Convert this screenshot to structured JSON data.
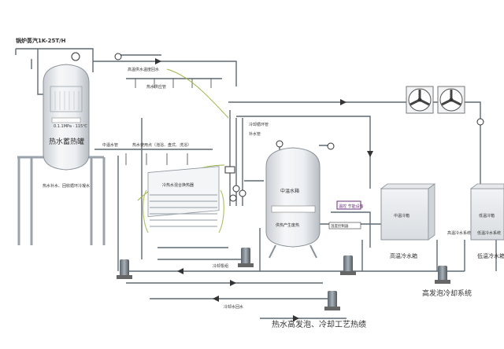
{
  "header": {
    "top_left_label": "锅炉蒸汽1K-25T/H"
  },
  "tanks": {
    "hot_water_tank": "热水蓄热罐",
    "hot_water_tank_temp": "0.1.1MPa · 115℃",
    "mid_water_tank": "中温水箱",
    "mid_water_tank_note": "供热产生废热",
    "high_temp_tank": "高温冷水箱",
    "high_temp_tank_inner": "中温冷箱",
    "low_temp_tank": "低温冷水箱",
    "low_temp_tank_inner": "低温冷箱"
  },
  "labels": {
    "high_temp_return": "高温供水温度回水",
    "hot_water_supply": "热水供应管",
    "mid_water_pipe": "中温水管",
    "hot_water_users": "热水使用点（泡浴、盘式、洗浴）",
    "cooling_loop": "冷却循环管",
    "water_makeup": "补水管",
    "hot_makeup": "热水补水、回收循环冷凝水",
    "mixing_heat_exchanger": "冷热水混合换热器",
    "pump_group": "冷却泵组",
    "cold_return_label": "冷却水回水",
    "high_temp_cold_system": "高温冷水系统",
    "low_temp_cold_system": "低温冷水系统",
    "high_foam_cooling_system": "高发泡冷却系统",
    "title": "热水高发泡、冷却工艺热绩"
  },
  "pills": {
    "control_panel": "温控 节能设备",
    "level_gauge": "温度控制器"
  },
  "fans": [
    "fan-left",
    "fan-right"
  ],
  "colors": {
    "pipe": "#9aa3ab",
    "tank": "#eef1f4",
    "accent_purple": "#6b2d7a",
    "accent_green": "#7aa23a"
  }
}
